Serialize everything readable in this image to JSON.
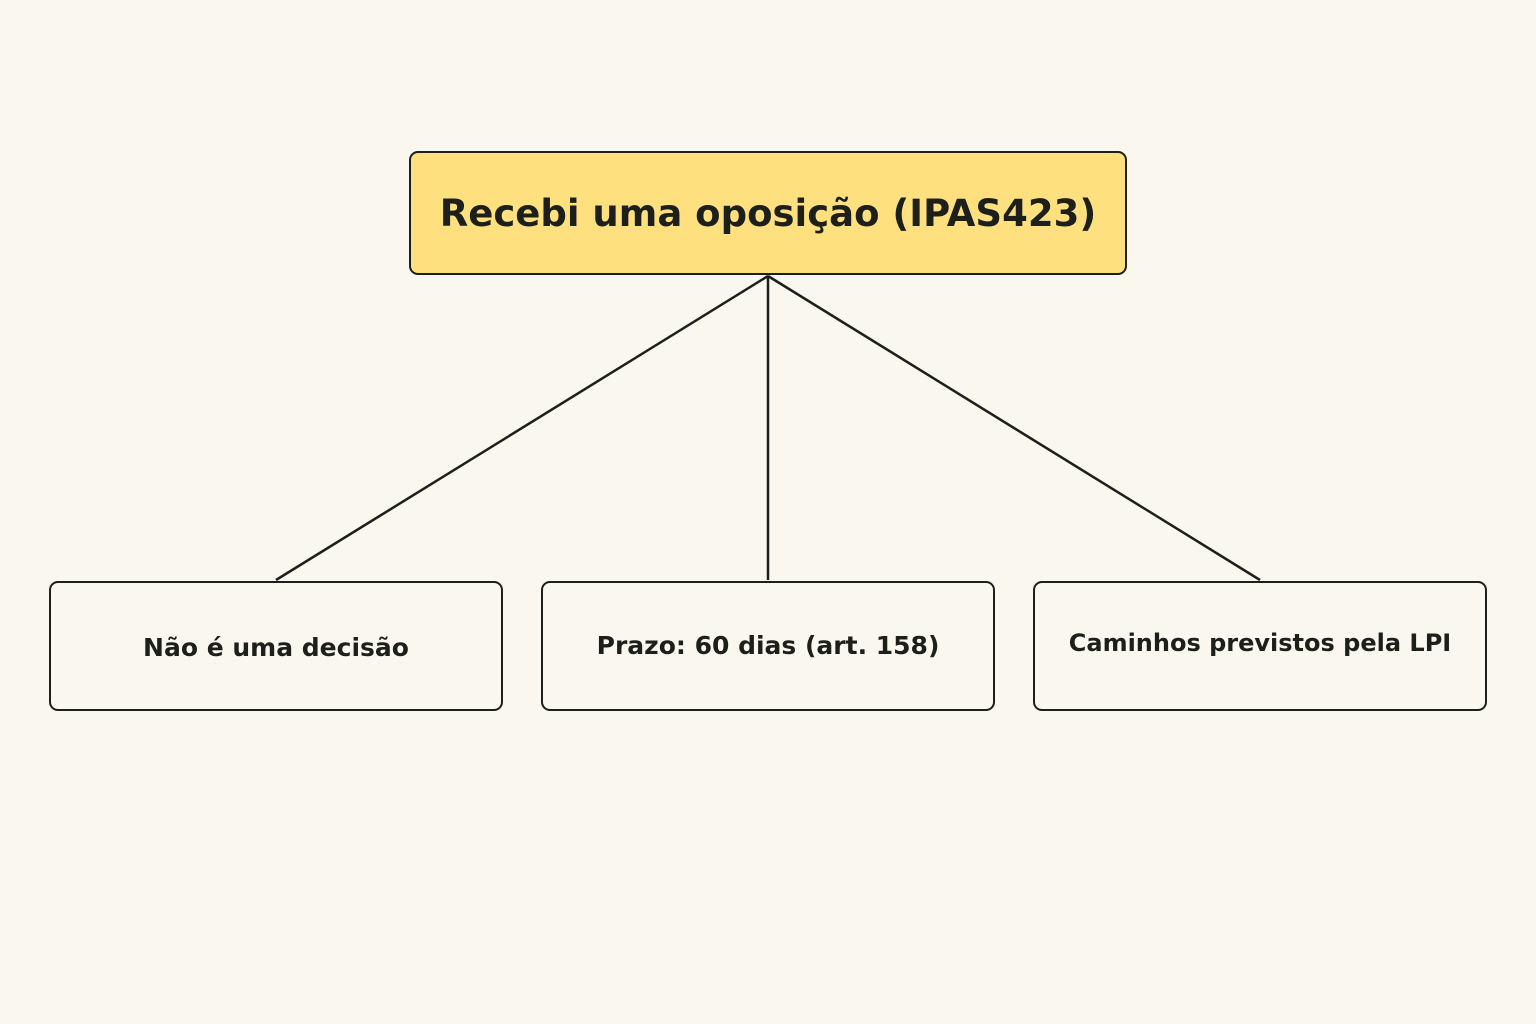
{
  "diagram": {
    "root": {
      "label": "Recebi uma oposição (IPAS423)",
      "fill": "#fee17e"
    },
    "children": [
      {
        "label": "Não é uma decisão"
      },
      {
        "label": "Prazo: 60 dias (art. 158)"
      },
      {
        "label": "Caminhos previstos pela LPI"
      }
    ],
    "colors": {
      "background": "#faf7ef",
      "child_fill": "#faf7ef",
      "stroke": "#1d1f1b",
      "text": "#1d1f1b"
    }
  }
}
